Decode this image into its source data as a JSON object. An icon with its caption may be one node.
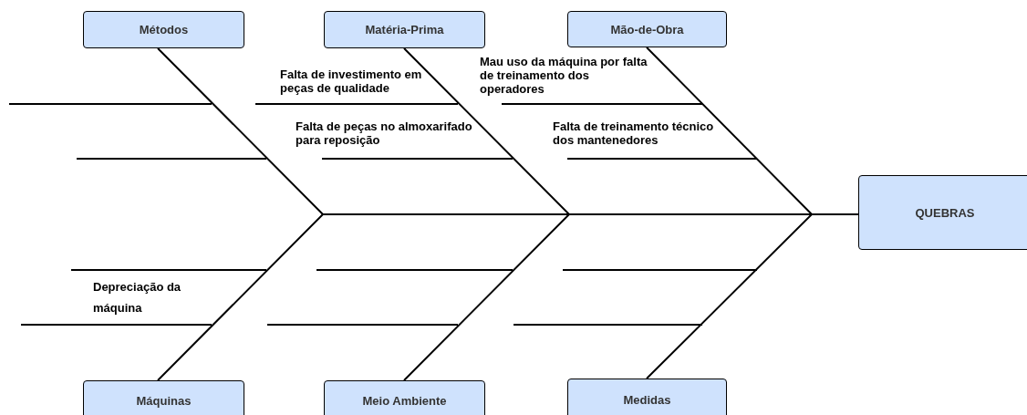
{
  "diagram": {
    "nodes": [
      {
        "text": [
          "Métodos"
        ]
      },
      {
        "text": [
          "Matéria-Prima"
        ]
      },
      {
        "text": [
          "Mão-de-Obra"
        ]
      },
      {
        "text": [
          "Máquinas"
        ]
      },
      {
        "text": [
          "Meio Ambiente"
        ]
      },
      {
        "text": [
          "Medidas"
        ]
      },
      {
        "text": [
          "QUEBRAS"
        ]
      }
    ],
    "edges": [
      {
        "from": 0,
        "to": 6,
        "arrow": "none"
      },
      {
        "from": 1,
        "to": 6,
        "arrow": "none"
      },
      {
        "from": 2,
        "to": 6,
        "arrow": "none"
      },
      {
        "from": 3,
        "to": 6,
        "arrow": "none"
      },
      {
        "from": 4,
        "to": 6,
        "arrow": "none"
      },
      {
        "from": 5,
        "to": 6,
        "arrow": "none"
      }
    ],
    "labels": [
      "Mau uso da máquina por falta de treinamento dos operadores",
      "Falta de investimento em peças de qualidade",
      "Falta de peças no almoxarifado para reposição",
      "Falta de treinamento técnico dos mantenedores",
      "Depreciação da máquina"
    ]
  }
}
